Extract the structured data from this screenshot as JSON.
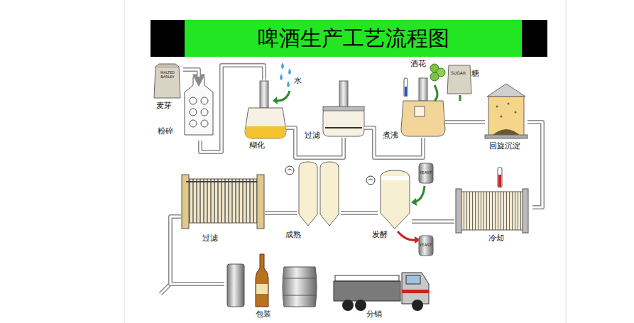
{
  "diagram": {
    "title": "啤酒生产工艺流程图",
    "nodes": [
      {
        "text": [
          "麦芽"
        ]
      },
      {
        "text": [
          "粉碎"
        ]
      },
      {
        "text": [
          "糊化"
        ]
      },
      {
        "text": [
          "过滤"
        ]
      },
      {
        "text": [
          "煮沸"
        ]
      },
      {
        "text": [
          "回旋沉淀"
        ]
      },
      {
        "text": [
          "冷却"
        ]
      },
      {
        "text": [
          "发酵"
        ]
      },
      {
        "text": [
          "成熟"
        ]
      },
      {
        "text": [
          "过滤"
        ]
      },
      {
        "text": [
          "包装"
        ]
      },
      {
        "text": [
          "分销"
        ]
      }
    ],
    "edges": [
      {
        "from": 0,
        "to": 1,
        "arrow": "to"
      },
      {
        "from": 1,
        "to": 2,
        "arrow": "none"
      },
      {
        "from": 2,
        "to": 3,
        "arrow": "none"
      },
      {
        "from": 3,
        "to": 4,
        "arrow": "none"
      },
      {
        "from": 4,
        "to": 5,
        "arrow": "none"
      },
      {
        "from": 5,
        "to": 6,
        "arrow": "none"
      },
      {
        "from": 6,
        "to": 7,
        "arrow": "none"
      },
      {
        "from": 7,
        "to": 8,
        "arrow": "none"
      },
      {
        "from": 8,
        "to": 9,
        "arrow": "none"
      },
      {
        "from": 9,
        "to": 10,
        "arrow": "none"
      }
    ],
    "labels": [
      "水",
      "酒花",
      "糖",
      "MALTED BARLEY",
      "SUGAR",
      "YEAST",
      "YEAST"
    ]
  }
}
